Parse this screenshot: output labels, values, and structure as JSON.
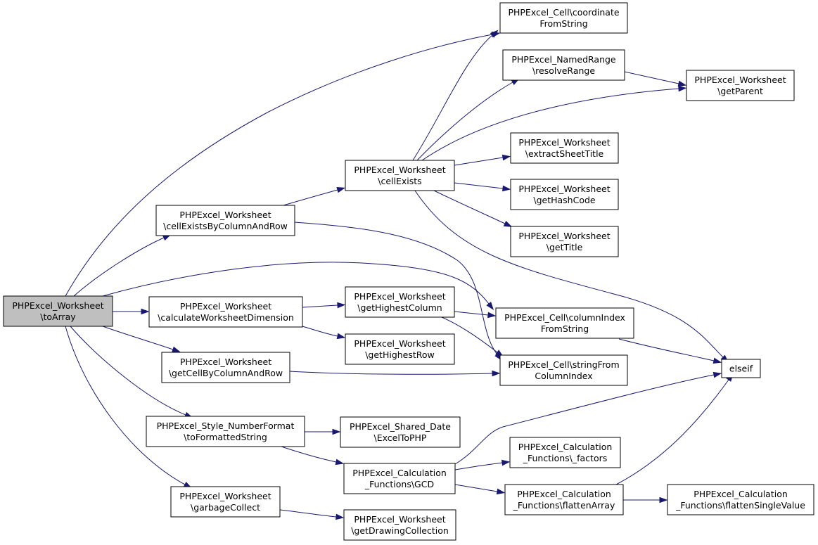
{
  "nodes": [
    {
      "id": "toArray",
      "lines": [
        "PHPExcel_Worksheet",
        "\\toArray"
      ],
      "root": true
    },
    {
      "id": "cellExistsByColumnAndRow",
      "lines": [
        "PHPExcel_Worksheet",
        "\\cellExistsByColumnAndRow"
      ]
    },
    {
      "id": "calculateWorksheetDimension",
      "lines": [
        "PHPExcel_Worksheet",
        "\\calculateWorksheetDimension"
      ]
    },
    {
      "id": "getCellByColumnAndRow",
      "lines": [
        "PHPExcel_Worksheet",
        "\\getCellByColumnAndRow"
      ]
    },
    {
      "id": "toFormattedString",
      "lines": [
        "PHPExcel_Style_NumberFormat",
        "\\toFormattedString"
      ]
    },
    {
      "id": "garbageCollect",
      "lines": [
        "PHPExcel_Worksheet",
        "\\garbageCollect"
      ]
    },
    {
      "id": "cellExists",
      "lines": [
        "PHPExcel_Worksheet",
        "\\cellExists"
      ]
    },
    {
      "id": "getHighestColumn",
      "lines": [
        "PHPExcel_Worksheet",
        "\\getHighestColumn"
      ]
    },
    {
      "id": "getHighestRow",
      "lines": [
        "PHPExcel_Worksheet",
        "\\getHighestRow"
      ]
    },
    {
      "id": "ExcelToPHP",
      "lines": [
        "PHPExcel_Shared_Date",
        "\\ExcelToPHP"
      ]
    },
    {
      "id": "GCD",
      "lines": [
        "PHPExcel_Calculation",
        "_Functions\\GCD"
      ]
    },
    {
      "id": "getDrawingCollection",
      "lines": [
        "PHPExcel_Worksheet",
        "\\getDrawingCollection"
      ]
    },
    {
      "id": "coordinateFromString",
      "lines": [
        "PHPExcel_Cell\\coordinate",
        "FromString"
      ]
    },
    {
      "id": "resolveRange",
      "lines": [
        "PHPExcel_NamedRange",
        "\\resolveRange"
      ]
    },
    {
      "id": "extractSheetTitle",
      "lines": [
        "PHPExcel_Worksheet",
        "\\extractSheetTitle"
      ]
    },
    {
      "id": "getHashCode",
      "lines": [
        "PHPExcel_Worksheet",
        "\\getHashCode"
      ]
    },
    {
      "id": "getTitle",
      "lines": [
        "PHPExcel_Worksheet",
        "\\getTitle"
      ]
    },
    {
      "id": "columnIndexFromString",
      "lines": [
        "PHPExcel_Cell\\columnIndex",
        "FromString"
      ]
    },
    {
      "id": "stringFromColumnIndex",
      "lines": [
        "PHPExcel_Cell\\stringFrom",
        "ColumnIndex"
      ]
    },
    {
      "id": "factors",
      "lines": [
        "PHPExcel_Calculation",
        "_Functions\\_factors"
      ]
    },
    {
      "id": "flattenArray",
      "lines": [
        "PHPExcel_Calculation",
        "_Functions\\flattenArray"
      ]
    },
    {
      "id": "getParent",
      "lines": [
        "PHPExcel_Worksheet",
        "\\getParent"
      ]
    },
    {
      "id": "elseif",
      "lines": [
        "elseif"
      ]
    },
    {
      "id": "flattenSingleValue",
      "lines": [
        "PHPExcel_Calculation",
        "_Functions\\flattenSingleValue"
      ]
    }
  ],
  "edges": [
    {
      "from": "toArray",
      "to": "coordinateFromString"
    },
    {
      "from": "toArray",
      "to": "cellExistsByColumnAndRow"
    },
    {
      "from": "toArray",
      "to": "columnIndexFromString"
    },
    {
      "from": "toArray",
      "to": "calculateWorksheetDimension"
    },
    {
      "from": "toArray",
      "to": "getCellByColumnAndRow"
    },
    {
      "from": "toArray",
      "to": "toFormattedString"
    },
    {
      "from": "toArray",
      "to": "garbageCollect"
    },
    {
      "from": "cellExistsByColumnAndRow",
      "to": "cellExists"
    },
    {
      "from": "cellExistsByColumnAndRow",
      "to": "stringFromColumnIndex"
    },
    {
      "from": "cellExists",
      "to": "coordinateFromString"
    },
    {
      "from": "cellExists",
      "to": "resolveRange"
    },
    {
      "from": "cellExists",
      "to": "getParent"
    },
    {
      "from": "cellExists",
      "to": "extractSheetTitle"
    },
    {
      "from": "cellExists",
      "to": "getHashCode"
    },
    {
      "from": "cellExists",
      "to": "getTitle"
    },
    {
      "from": "cellExists",
      "to": "elseif"
    },
    {
      "from": "resolveRange",
      "to": "getParent"
    },
    {
      "from": "calculateWorksheetDimension",
      "to": "getHighestColumn"
    },
    {
      "from": "calculateWorksheetDimension",
      "to": "getHighestRow"
    },
    {
      "from": "getHighestColumn",
      "to": "columnIndexFromString"
    },
    {
      "from": "getHighestColumn",
      "to": "stringFromColumnIndex"
    },
    {
      "from": "columnIndexFromString",
      "to": "elseif"
    },
    {
      "from": "getCellByColumnAndRow",
      "to": "stringFromColumnIndex"
    },
    {
      "from": "toFormattedString",
      "to": "ExcelToPHP"
    },
    {
      "from": "toFormattedString",
      "to": "GCD"
    },
    {
      "from": "GCD",
      "to": "elseif"
    },
    {
      "from": "GCD",
      "to": "factors"
    },
    {
      "from": "GCD",
      "to": "flattenArray"
    },
    {
      "from": "flattenArray",
      "to": "elseif"
    },
    {
      "from": "flattenArray",
      "to": "flattenSingleValue"
    },
    {
      "from": "garbageCollect",
      "to": "getDrawingCollection"
    }
  ]
}
